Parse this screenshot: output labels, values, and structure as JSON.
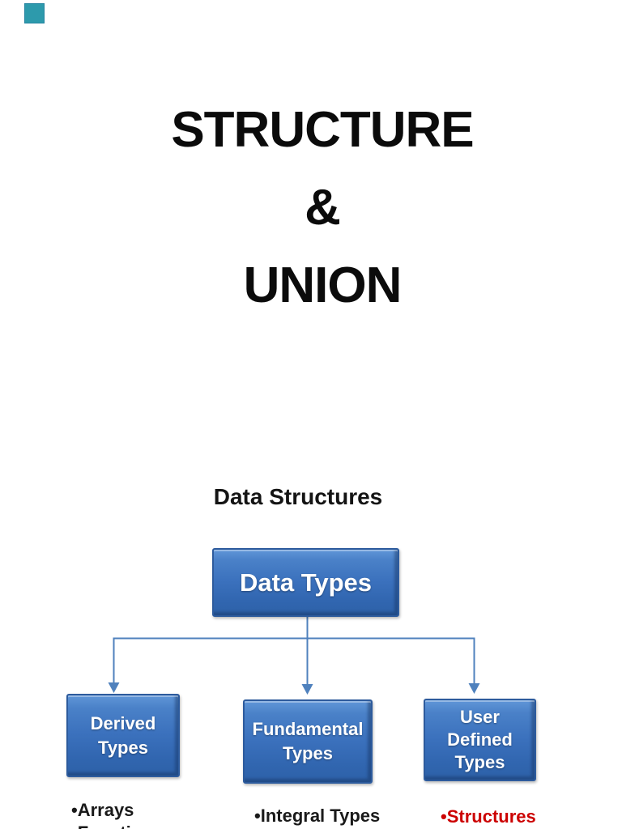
{
  "page": {
    "background": "#FFFFFF",
    "marker_color": "#2D9AAC"
  },
  "title": {
    "line1": "STRUCTURE",
    "line2": "&",
    "line3": "UNION"
  },
  "diagram": {
    "heading": "Data Structures",
    "root": {
      "label": "Data Types"
    },
    "children": [
      {
        "lines": [
          "Derived",
          "Types"
        ]
      },
      {
        "lines": [
          "Fundamental",
          "Types"
        ]
      },
      {
        "lines": [
          "User",
          "Defined",
          "Types"
        ]
      }
    ],
    "connector_color": "#4F81BD",
    "box_fill_top": "#6096D8",
    "box_fill_bottom": "#2D61A8",
    "box_border": "#2D5B9D",
    "box_text_color": "#FFFFFF"
  },
  "notes": {
    "derived": [
      {
        "text": "•Arrays",
        "color": "#1A1A1A"
      },
      {
        "text": "•Functions",
        "color": "#1A1A1A"
      }
    ],
    "fundamental": [
      {
        "text": "•Integral Types",
        "color": "#1A1A1A"
      }
    ],
    "user_defined": [
      {
        "text": "•Structures",
        "color": "#CC0000"
      }
    ]
  }
}
